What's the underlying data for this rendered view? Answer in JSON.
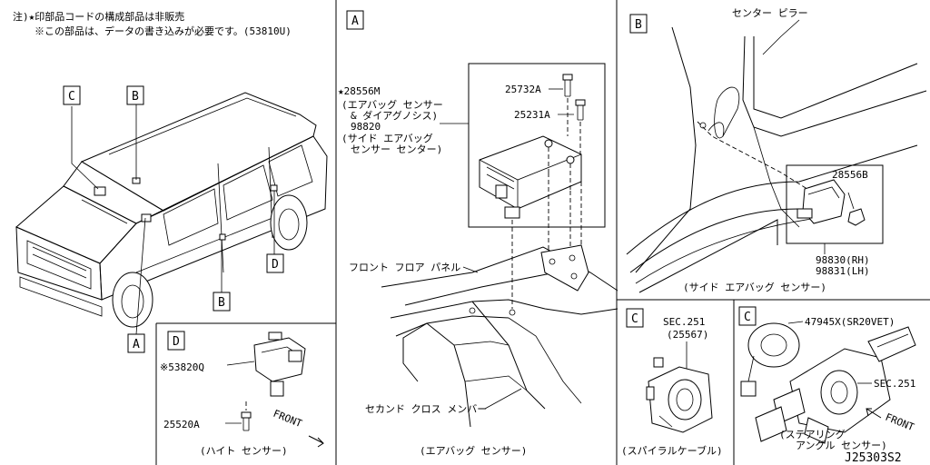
{
  "notes": {
    "line1": "注)★印部品コードの構成部品は非販売",
    "line2": "※この部品は、データの書き込みが必要です。(53810U)"
  },
  "overview": {
    "callouts": [
      "C",
      "B",
      "B",
      "D",
      "A"
    ]
  },
  "panel_a": {
    "label": "A",
    "part_main": "★28556M",
    "desc_1": "(エアバッグ センサー",
    "desc_2": "& ダイアグノシス)",
    "part_alt": "98820",
    "desc_3": "(サイド エアバッグ",
    "desc_4": "センサー センター)",
    "bolt_1": "25732A",
    "bolt_2": "25231A",
    "floor_label": "フロント フロア パネル",
    "member_label": "セカンド クロス メンバー",
    "caption": "(エアバッグ センサー)"
  },
  "panel_b": {
    "label": "B",
    "pillar_label": "センター ピラー",
    "part_sensor": "28556B",
    "part_rh": "98830(RH)",
    "part_lh": "98831(LH)",
    "caption": "(サイド エアバッグ センサー)"
  },
  "panel_c1": {
    "label": "C",
    "sec": "SEC.251",
    "sec_sub": "(25567)",
    "caption": "(スパイラルケーブル)"
  },
  "panel_c2": {
    "label": "C",
    "part": "47945X(SR20VET)",
    "sec": "SEC.251",
    "front": "FRONT",
    "caption_1": "(ステアリング",
    "caption_2": "アングル センサー)"
  },
  "panel_d": {
    "label": "D",
    "part_1": "※53820Q",
    "part_2": "25520A",
    "front": "FRONT",
    "caption": "(ハイト センサー)"
  },
  "footer": {
    "diagram_id": "J25303S2"
  }
}
